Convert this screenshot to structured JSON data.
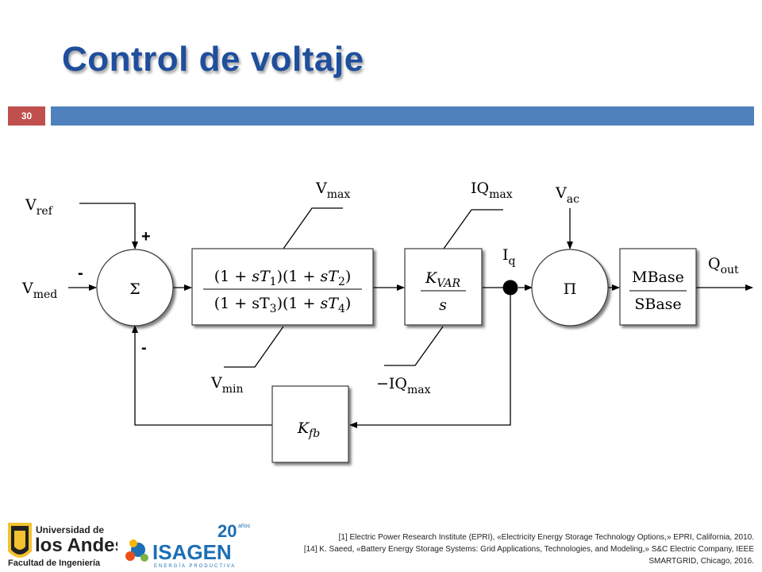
{
  "slide": {
    "title": "Control de voltaje",
    "number": "30"
  },
  "diagram": {
    "sum_symbol": "Σ",
    "product_symbol": "Π",
    "signs": {
      "plus_top": "+",
      "minus_left": "-",
      "minus_bottom": "-"
    },
    "labels": {
      "vref": {
        "main": "V",
        "sub": "ref"
      },
      "vmed": {
        "main": "V",
        "sub": "med"
      },
      "vmax": {
        "main": "V",
        "sub": "max"
      },
      "vmin": {
        "main": "V",
        "sub": "min"
      },
      "iqmax": {
        "main": "IQ",
        "sub": "max"
      },
      "iqmin": {
        "main": "−IQ",
        "sub": "max"
      },
      "vac": {
        "main": "V",
        "sub": "ac"
      },
      "iq": {
        "main": "I",
        "sub": "q"
      },
      "qout": {
        "main": "Q",
        "sub": "out"
      }
    },
    "lead_lag": {
      "num_a": "(1 + ",
      "num_b": "sT",
      "num_c": "1",
      "num_d": ")(1 + ",
      "num_e": "sT",
      "num_f": "2",
      "num_g": ")",
      "den_a": "(1 + sT",
      "den_b": "3",
      "den_c": ")(1 + ",
      "den_d": "sT",
      "den_e": "4",
      "den_f": ")"
    },
    "integrator": {
      "num": "K",
      "num_sub": "VAR",
      "den": "s"
    },
    "base_ratio": {
      "num": "MBase",
      "den": "SBase"
    },
    "feedback_gain": {
      "main": "K",
      "sub": "fb"
    }
  },
  "references": [
    "[1] Electric Power Research Institute (EPRI), «Electricity Energy Storage Technology Options,» EPRI, California, 2010.",
    "[14] K. Saeed, «Battery Energy Storage Systems: Grid Applications, Technologies, and Modeling,» S&C Electric Company, IEEE SMARTGRID, Chicago, 2016."
  ],
  "logos": {
    "uniandes_line1": "Universidad de",
    "uniandes_line2": "los Andes",
    "uniandes_line3": "Facultad de Ingeniería",
    "isagen_name": "ISAGEN",
    "isagen_tagline": "ENERGÍA PRODUCTIVA",
    "isagen_anniv_num": "20",
    "isagen_anniv_word": "años"
  },
  "colors": {
    "title": "#1f4e9c",
    "accent_bar": "#4f81bd",
    "slide_number_bg": "#c0504d",
    "diagram_line": "#000000"
  }
}
